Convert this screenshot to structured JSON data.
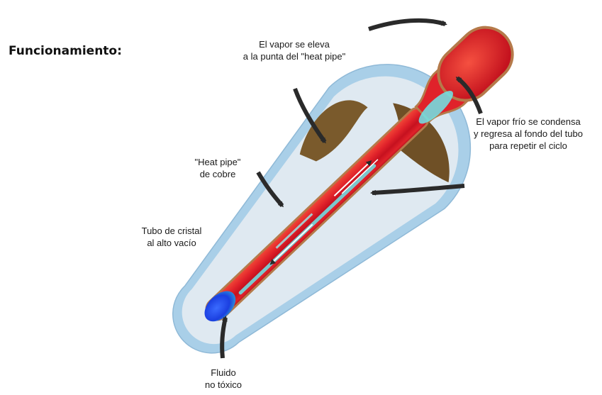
{
  "title": "Funcionamiento:",
  "labels": {
    "vapor_rises": [
      "El vapor se eleva",
      "a la punta del \"heat pipe\""
    ],
    "cold_vapor": [
      "El vapor frío se condensa",
      "y regresa al fondo del tubo",
      "para repetir el ciclo"
    ],
    "heat_pipe": [
      "\"Heat pipe\"",
      "de cobre"
    ],
    "glass_tube": [
      "Tubo de cristal",
      "al alto vacío"
    ],
    "fluid": [
      "Fluido",
      "no tóxico"
    ]
  },
  "colors": {
    "glass_outer": "#a9cfe8",
    "glass_inner": "#dfe9f1",
    "absorber": "#7a5a2c",
    "pipe_hot": "#e0222a",
    "pipe_cool": "#6ee6ea",
    "fluid": "#1b3fe0",
    "arrow": "#2a2a2a"
  }
}
